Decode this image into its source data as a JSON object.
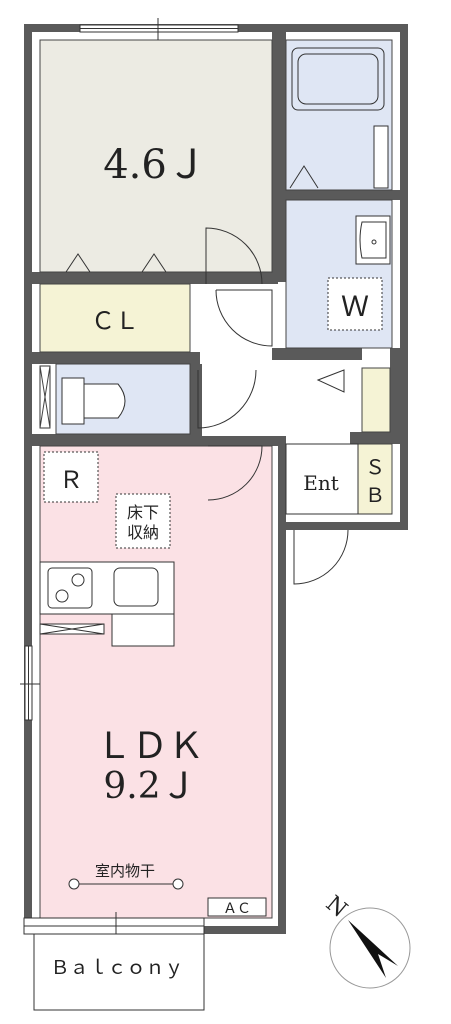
{
  "rooms": {
    "western": {
      "name": "4.6Ｊ"
    },
    "closet": {
      "name": "ＣＬ"
    },
    "washroom": {
      "name": "Ｗ"
    },
    "fridge": {
      "name": "Ｒ"
    },
    "underfloor": {
      "line1": "床下",
      "line2": "収納"
    },
    "entrance": {
      "name": "Ent"
    },
    "shoebox": {
      "line1": "Ｓ",
      "line2": "Ｂ"
    },
    "ldk": {
      "line1": "ＬＤＫ",
      "line2": "9.2Ｊ"
    },
    "drying": {
      "name": "室内物干"
    },
    "aircon": {
      "name": "ＡＣ"
    },
    "balcony": {
      "name": "Ｂａｌｃｏｎｙ"
    }
  },
  "compass": {
    "north": "N"
  },
  "colors": {
    "wall": "#5a5a5a",
    "western": "#ecebe3",
    "closet": "#f5f3d5",
    "wet": "#dfe6f4",
    "ldk": "#fbe1e5",
    "shoebox": "#f5f3d5"
  }
}
